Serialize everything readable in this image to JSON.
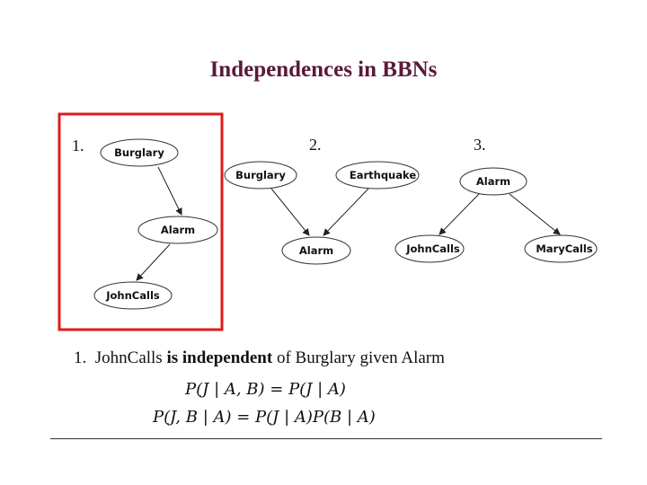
{
  "title": "Independences in BBNs",
  "highlight_color": "#e01b1b",
  "title_color": "#5a1a3a",
  "diagrams": [
    {
      "number": "1.",
      "nodes": [
        "Burglary",
        "Alarm",
        "JohnCalls"
      ]
    },
    {
      "number": "2.",
      "nodes": [
        "Burglary",
        "Earthquake",
        "Alarm"
      ]
    },
    {
      "number": "3.",
      "nodes": [
        "Alarm",
        "JohnCalls",
        "MaryCalls"
      ]
    }
  ],
  "statement": {
    "number": "1.",
    "subject": "JohnCalls",
    "relation": "is independent",
    "rest": "of Burglary given Alarm"
  },
  "equations": [
    "P(J | A, B) = P(J | A)",
    "P(J, B | A) = P(J | A)P(B | A)"
  ]
}
